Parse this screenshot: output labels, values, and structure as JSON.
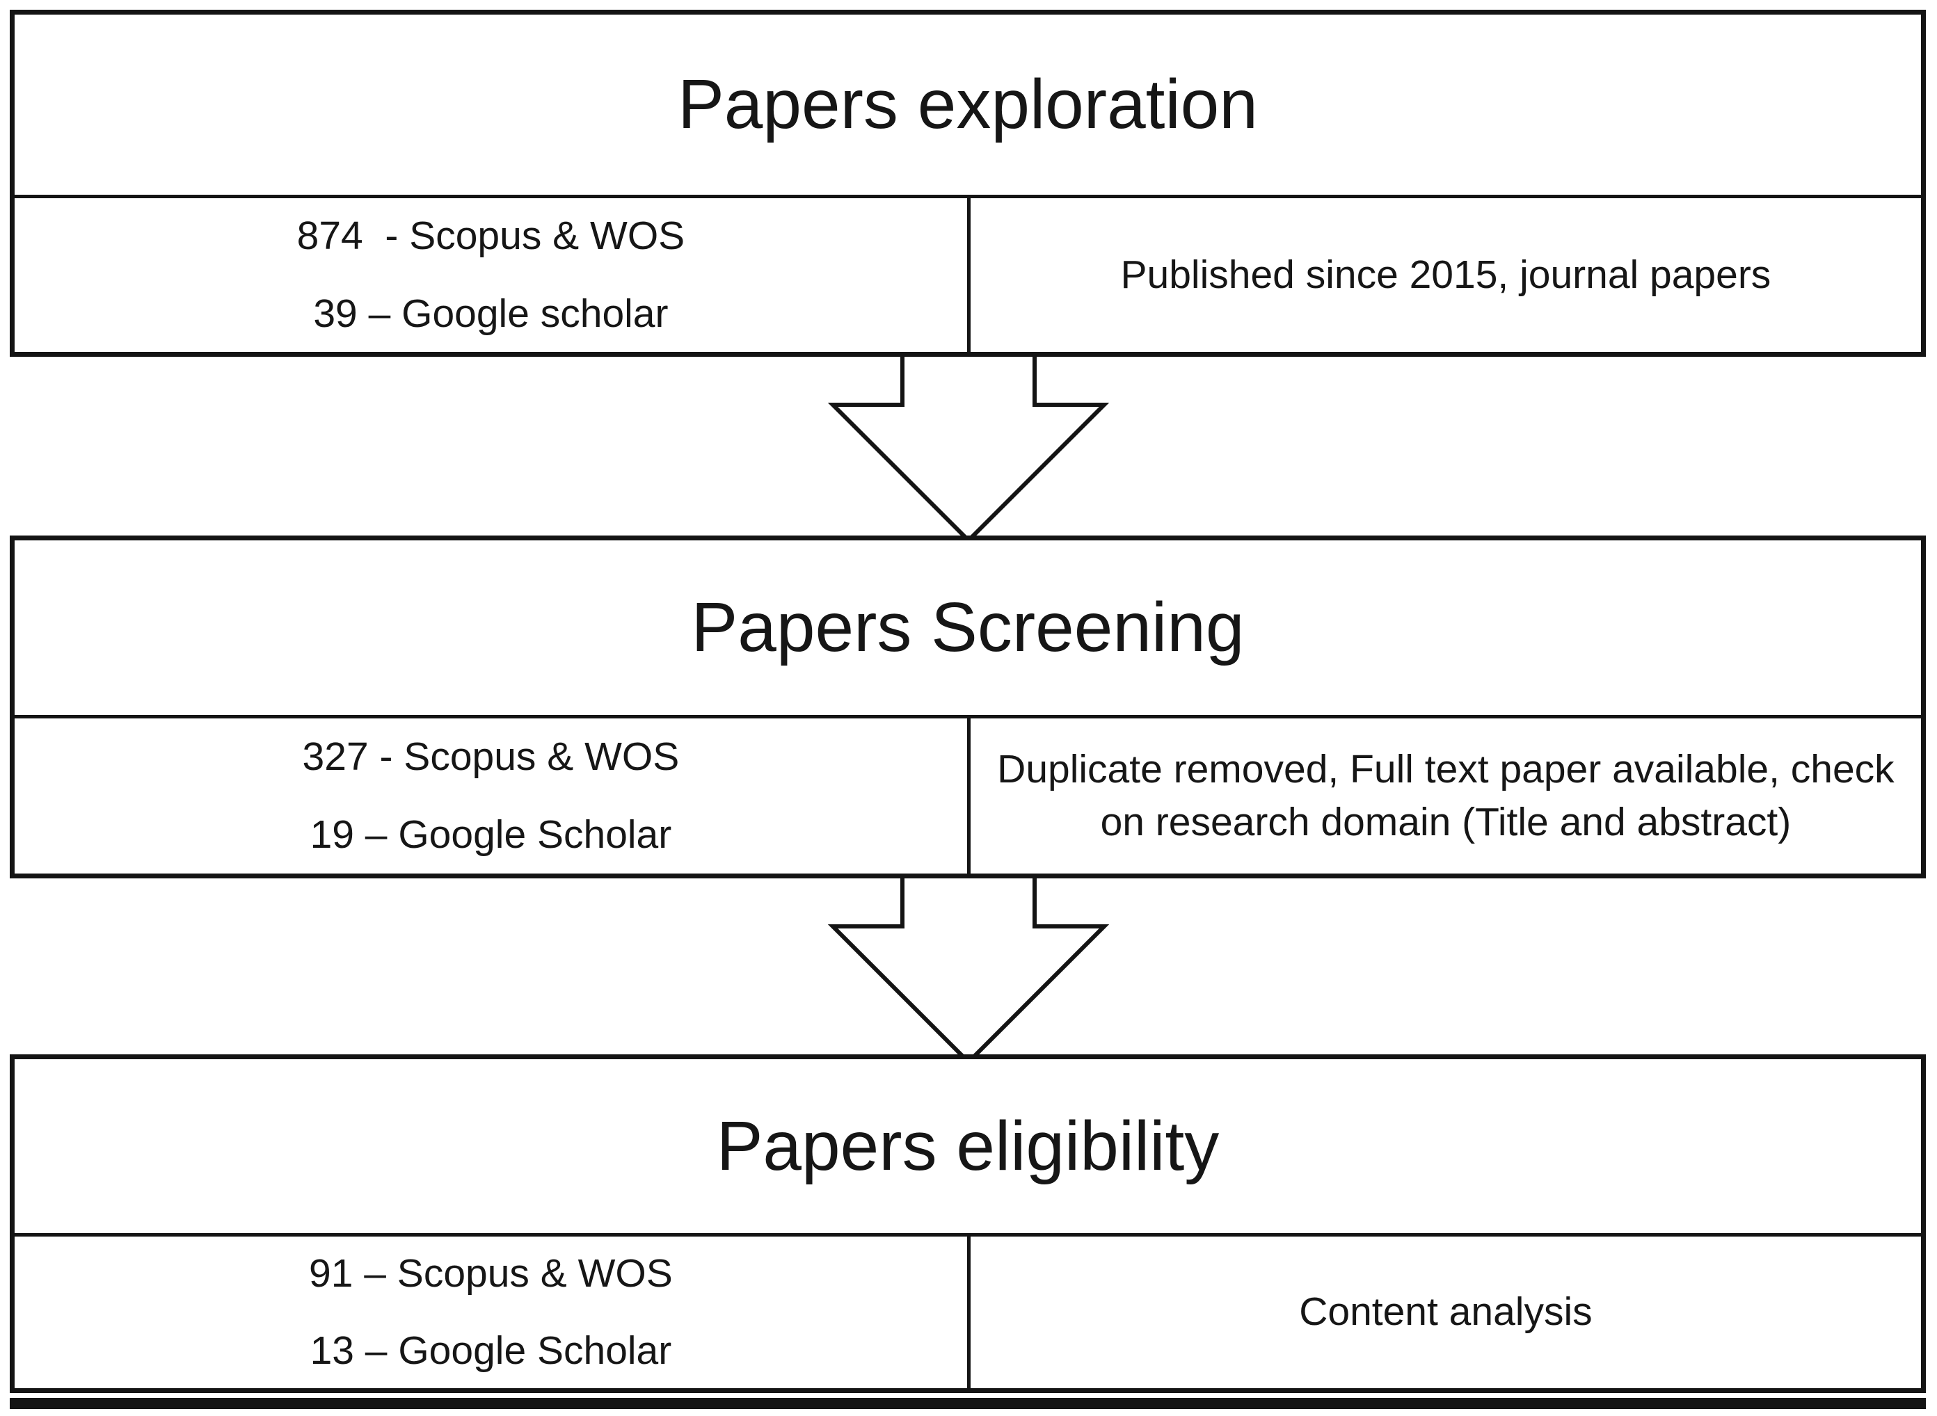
{
  "diagram": {
    "type": "flowchart",
    "direction": "top-down",
    "blocks": [
      {
        "title": "Papers exploration",
        "left_lines": [
          "874  - Scopus & WOS",
          "39 – Google scholar"
        ],
        "right_text": "Published since 2015, journal papers"
      },
      {
        "title": "Papers Screening",
        "left_lines": [
          "327 - Scopus & WOS",
          "19 – Google Scholar"
        ],
        "right_text": "Duplicate removed, Full text paper available, check on research domain (Title and abstract)"
      },
      {
        "title": "Papers eligibility",
        "left_lines": [
          "91 – Scopus & WOS",
          "13 – Google Scholar"
        ],
        "right_text": "Content analysis"
      }
    ],
    "arrows": [
      {
        "icon": "down-block-arrow",
        "from": "Papers exploration",
        "to": "Papers Screening"
      },
      {
        "icon": "down-block-arrow",
        "from": "Papers Screening",
        "to": "Papers eligibility"
      }
    ],
    "colors": {
      "line": "#141414",
      "background": "#ffffff",
      "text": "#161616"
    }
  }
}
